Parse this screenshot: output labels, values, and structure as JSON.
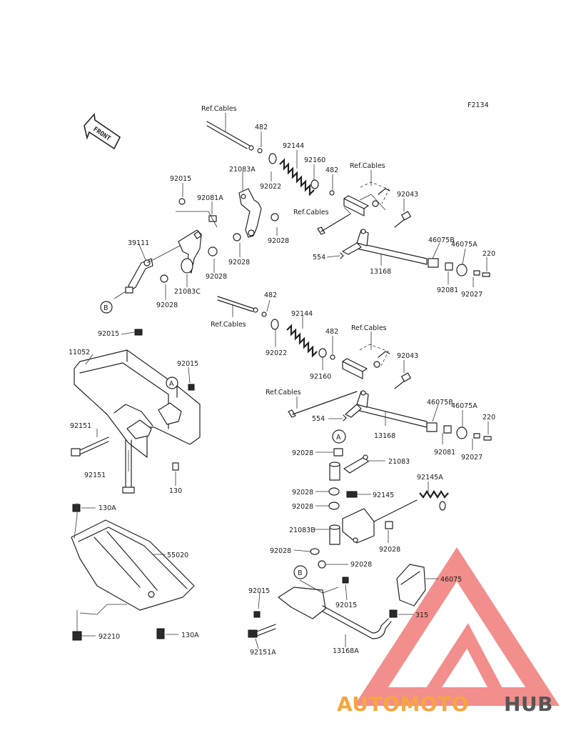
{
  "figure_code": "F2134",
  "front_arrow_label": "FRONT",
  "callouts": {
    "A": "A",
    "B": "B"
  },
  "labels": {
    "ref_cables_1": "Ref.Cables",
    "p482_1": "482",
    "p92144_1": "92144",
    "p92160_1": "92160",
    "p482_2": "482",
    "ref_cables_2": "Ref.Cables",
    "p21083A": "21083A",
    "p92015_1": "92015",
    "p92081A": "92081A",
    "p92022_1": "92022",
    "ref_cables_3": "Ref.Cables",
    "p92043_1": "92043",
    "p92028_1": "92028",
    "p39111": "39111",
    "p46075B_1": "46075B",
    "p46075A_1": "46075A",
    "p554_1": "554",
    "p220_1": "220",
    "p92028_2": "92028",
    "p92028_3": "92028",
    "p13168_1": "13168",
    "p21083C": "21083C",
    "p92081_1": "92081",
    "p92027_1": "92027",
    "p92028_4": "92028",
    "p482_3": "482",
    "ref_cables_4": "Ref.Cables",
    "p92144_2": "92144",
    "p482_4": "482",
    "ref_cables_5": "Ref.Cables",
    "p92015_2": "92015",
    "p92022_2": "92022",
    "p11052": "11052",
    "p92043_2": "92043",
    "p92015_3": "92015",
    "p92160_2": "92160",
    "ref_cables_6": "Ref.Cables",
    "p46075B_2": "46075B",
    "p46075A_2": "46075A",
    "p554_2": "554",
    "p220_2": "220",
    "p92151_1": "92151",
    "p13168_2": "13168",
    "p92081_2": "92081",
    "p92027_2": "92027",
    "p92028_5": "92028",
    "p21083": "21083",
    "p92151_2": "92151",
    "p130_1": "130",
    "p92145A": "92145A",
    "p92028_6": "92028",
    "p92145": "92145",
    "p92028_7": "92028",
    "p130A_1": "130A",
    "p21083B": "21083B",
    "p92028_8": "92028",
    "p55020": "55020",
    "p92028_9": "92028",
    "p92028_10": "92028",
    "p46075": "46075",
    "p92015_4": "92015",
    "p92015_5": "92015",
    "p315": "315",
    "p92210": "92210",
    "p130A_2": "130A",
    "p92151A": "92151A",
    "p13168A": "13168A"
  },
  "watermark": {
    "part1": "AUTOMOTO",
    "part2": "HUB",
    "color_orange": "#f4a640",
    "color_dark": "#555555",
    "color_red": "#e8322f"
  }
}
